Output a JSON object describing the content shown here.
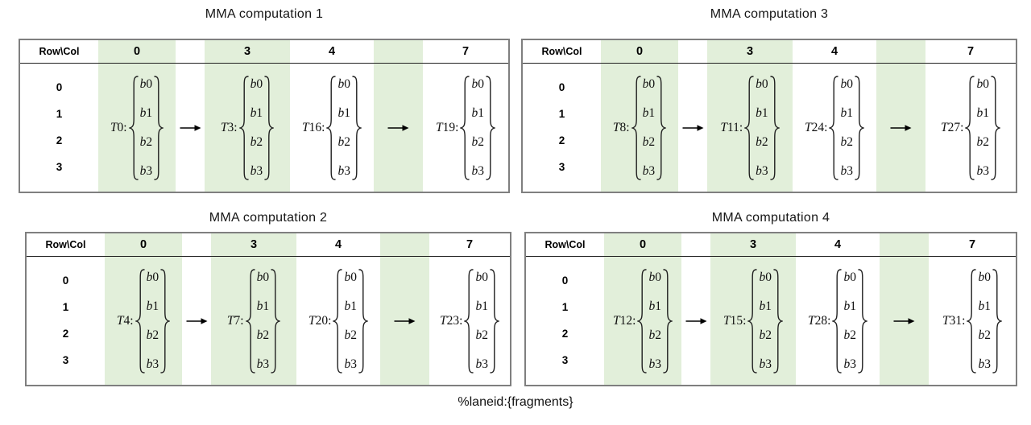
{
  "caption": "%laneid:{fragments}",
  "colors": {
    "highlight": "#e2efda",
    "table_border": "#7f7f7f",
    "header_rule": "#1f1f1f",
    "arrow": "#000000"
  },
  "panels": [
    {
      "title": "MMA computation 1",
      "corner": "Row\\Col",
      "columns": [
        "0",
        "3",
        "4",
        "7"
      ],
      "rows": [
        "0",
        "1",
        "2",
        "3"
      ],
      "fragments": [
        "T0:",
        "T3:",
        "T16:",
        "T19:"
      ],
      "entries": [
        "b0",
        "b1",
        "b2",
        "b3"
      ]
    },
    {
      "title": "MMA computation 2",
      "corner": "Row\\Col",
      "columns": [
        "0",
        "3",
        "4",
        "7"
      ],
      "rows": [
        "0",
        "1",
        "2",
        "3"
      ],
      "fragments": [
        "T4:",
        "T7:",
        "T20:",
        "T23:"
      ],
      "entries": [
        "b0",
        "b1",
        "b2",
        "b3"
      ]
    },
    {
      "title": "MMA computation 3",
      "corner": "Row\\Col",
      "columns": [
        "0",
        "3",
        "4",
        "7"
      ],
      "rows": [
        "0",
        "1",
        "2",
        "3"
      ],
      "fragments": [
        "T8:",
        "T11:",
        "T24:",
        "T27:"
      ],
      "entries": [
        "b0",
        "b1",
        "b2",
        "b3"
      ]
    },
    {
      "title": "MMA computation 4",
      "corner": "Row\\Col",
      "columns": [
        "0",
        "3",
        "4",
        "7"
      ],
      "rows": [
        "0",
        "1",
        "2",
        "3"
      ],
      "fragments": [
        "T12:",
        "T15:",
        "T28:",
        "T31:"
      ],
      "entries": [
        "b0",
        "b1",
        "b2",
        "b3"
      ]
    }
  ]
}
